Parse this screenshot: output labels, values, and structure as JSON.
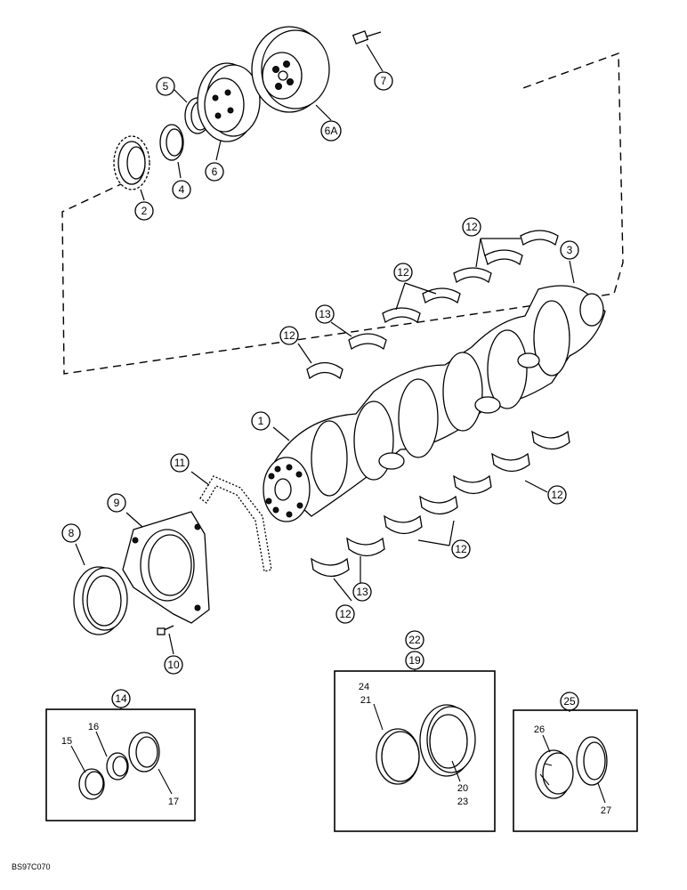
{
  "callouts": {
    "c1": "1",
    "c2": "2",
    "c3": "3",
    "c4": "4",
    "c5": "5",
    "c6": "6",
    "c6a": "6A",
    "c7": "7",
    "c8": "8",
    "c9": "9",
    "c10": "10",
    "c11": "11",
    "c12a": "12",
    "c12b": "12",
    "c12c": "12",
    "c12d": "12",
    "c12e": "12",
    "c12f": "12",
    "c13a": "13",
    "c13b": "13",
    "c14": "14",
    "c19": "19",
    "c22": "22",
    "c25": "25"
  },
  "kit_14_labels": {
    "l15": "15",
    "l16": "16",
    "l17": "17"
  },
  "kit_19_labels": {
    "l24": "24",
    "l21": "21",
    "l20": "20",
    "l23": "23"
  },
  "kit_25_labels": {
    "l26": "26",
    "l27": "27"
  },
  "figure_code": "BS97C070"
}
